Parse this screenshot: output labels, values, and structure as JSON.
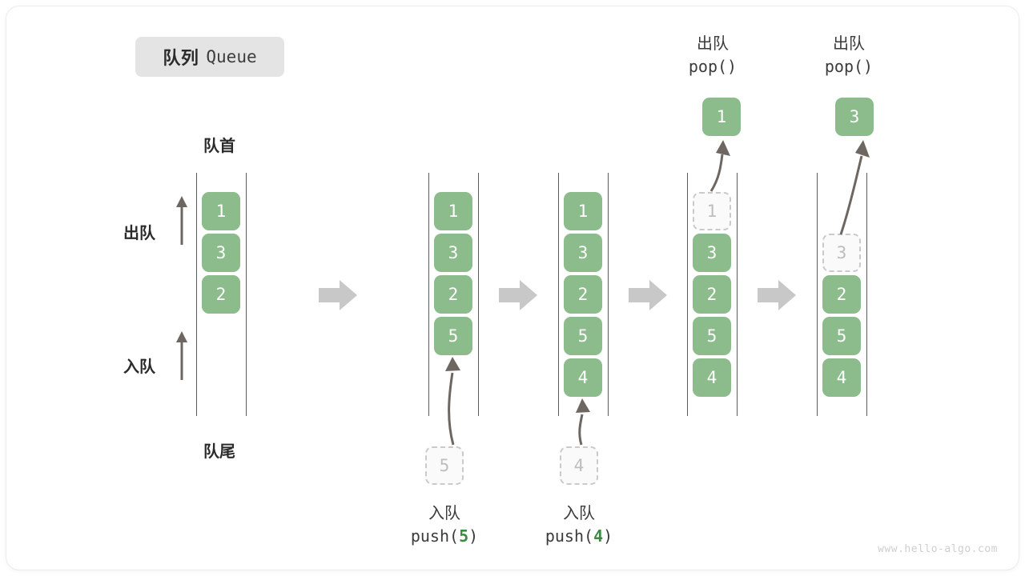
{
  "title": {
    "cn": "队列",
    "en": "Queue"
  },
  "labels": {
    "head": "队首",
    "tail": "队尾",
    "dequeue": "出队",
    "enqueue": "入队"
  },
  "watermark": "www.hello-algo.com",
  "colors": {
    "cell_fill": "#8cbc8c",
    "cell_text": "#ffffff",
    "ghost_border": "#cacaca",
    "ghost_text": "#bdbdbd",
    "rail": "#5c5c5c",
    "arrow": "#c8c8c8",
    "accent_green": "#3d8b41",
    "badge_bg": "#e4e4e4"
  },
  "stages": [
    {
      "id": "stage-initial",
      "cells": [
        {
          "value": "1",
          "state": "filled"
        },
        {
          "value": "3",
          "state": "filled"
        },
        {
          "value": "2",
          "state": "filled"
        }
      ]
    },
    {
      "id": "stage-push-5",
      "cells": [
        {
          "value": "1",
          "state": "filled"
        },
        {
          "value": "3",
          "state": "filled"
        },
        {
          "value": "2",
          "state": "filled"
        },
        {
          "value": "5",
          "state": "filled"
        }
      ],
      "incoming": {
        "value": "5",
        "state": "ghost"
      },
      "caption": {
        "cn": "入队",
        "fn": "push(",
        "arg": "5",
        "fn_end": ")"
      }
    },
    {
      "id": "stage-push-4",
      "cells": [
        {
          "value": "1",
          "state": "filled"
        },
        {
          "value": "3",
          "state": "filled"
        },
        {
          "value": "2",
          "state": "filled"
        },
        {
          "value": "5",
          "state": "filled"
        },
        {
          "value": "4",
          "state": "filled"
        }
      ],
      "incoming": {
        "value": "4",
        "state": "ghost"
      },
      "caption": {
        "cn": "入队",
        "fn": "push(",
        "arg": "4",
        "fn_end": ")"
      }
    },
    {
      "id": "stage-pop-1",
      "cells": [
        {
          "value": "1",
          "state": "ghost"
        },
        {
          "value": "3",
          "state": "filled"
        },
        {
          "value": "2",
          "state": "filled"
        },
        {
          "value": "5",
          "state": "filled"
        },
        {
          "value": "4",
          "state": "filled"
        }
      ],
      "outgoing": {
        "value": "1",
        "state": "filled"
      },
      "caption": {
        "cn": "出队",
        "fn": "pop()"
      }
    },
    {
      "id": "stage-pop-3",
      "cells": [
        {
          "value": "",
          "state": "empty"
        },
        {
          "value": "3",
          "state": "ghost"
        },
        {
          "value": "2",
          "state": "filled"
        },
        {
          "value": "5",
          "state": "filled"
        },
        {
          "value": "4",
          "state": "filled"
        }
      ],
      "outgoing": {
        "value": "3",
        "state": "filled"
      },
      "caption": {
        "cn": "出队",
        "fn": "pop()"
      }
    }
  ],
  "transitions": [
    "step-arrow-1",
    "step-arrow-2",
    "step-arrow-3",
    "step-arrow-4"
  ]
}
